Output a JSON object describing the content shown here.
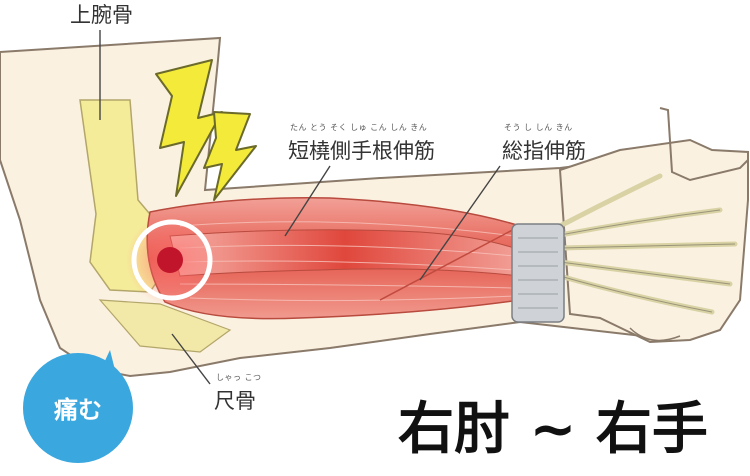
{
  "labels": {
    "humerus": "上腕骨",
    "ecrb": "短橈側手根伸筋",
    "ecrb_ruby": "たん とう そく しゅ こん しん きん",
    "edc": "総指伸筋",
    "edc_ruby": "そう し しん きん",
    "ulna": "尺骨",
    "ulna_ruby": "しゃっ こつ"
  },
  "badge": {
    "text": "痛む",
    "color": "#3aa7de"
  },
  "caption": "右肘 ~ 右手",
  "colors": {
    "skin": "#fbf1e1",
    "bone": "#f5ec9a",
    "muscle": "#e8685a",
    "lightning": "#f3ea3a",
    "pain_dot": "#c0152a",
    "band": "#cfd2d6"
  },
  "icons": {
    "pain": "lightning-bolt-icon",
    "target": "pain-point-ring-icon"
  }
}
